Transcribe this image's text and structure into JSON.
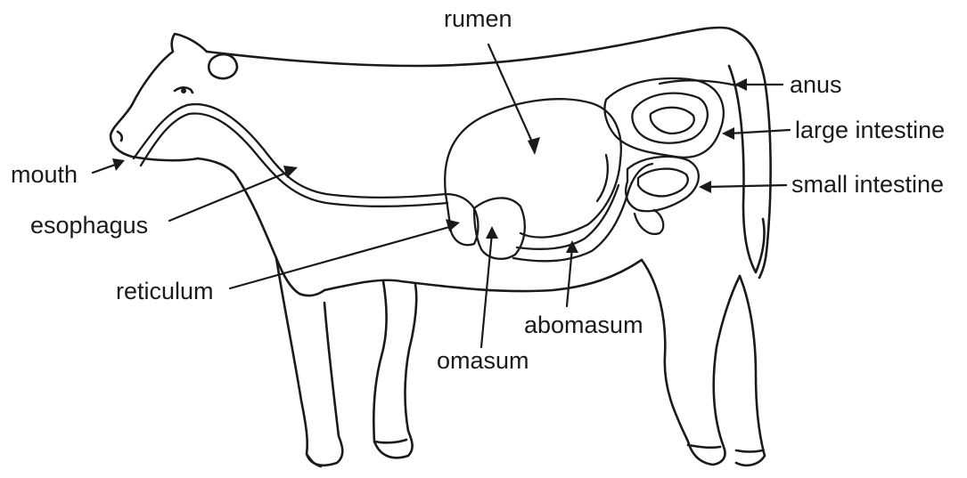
{
  "labels": {
    "rumen": "rumen",
    "anus": "anus",
    "large_intestine": "large intestine",
    "small_intestine": "small intestine",
    "mouth": "mouth",
    "esophagus": "esophagus",
    "reticulum": "reticulum",
    "abomasum": "abomasum",
    "omasum": "omasum"
  },
  "colors": {
    "ink": "#1a1a1a",
    "background": "#ffffff"
  }
}
